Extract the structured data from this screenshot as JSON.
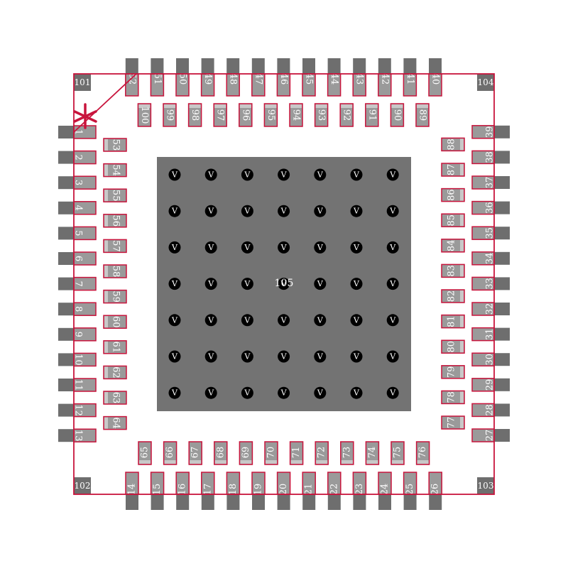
{
  "footprint": {
    "pin1_marker": "asterisk",
    "colors": {
      "pad_outer": "#6e6e6e",
      "pad_inner": "#9a9a9a",
      "outline": "#c8143c",
      "thermal_pad": "#737373",
      "via": "#000000",
      "label": "#ffffff"
    },
    "pads": {
      "left_outer": [
        "1",
        "2",
        "3",
        "4",
        "5",
        "6",
        "7",
        "8",
        "9",
        "10",
        "11",
        "12",
        "13"
      ],
      "bottom_outer": [
        "14",
        "15",
        "16",
        "17",
        "18",
        "19",
        "20",
        "21",
        "22",
        "23",
        "24",
        "25",
        "26"
      ],
      "right_outer": [
        "27",
        "28",
        "29",
        "30",
        "31",
        "32",
        "33",
        "34",
        "35",
        "36",
        "37",
        "38",
        "39"
      ],
      "top_outer": [
        "40",
        "41",
        "42",
        "43",
        "44",
        "45",
        "46",
        "47",
        "48",
        "49",
        "50",
        "51",
        "52"
      ],
      "left_inner": [
        "53",
        "54",
        "55",
        "56",
        "57",
        "58",
        "59",
        "60",
        "61",
        "62",
        "63",
        "64"
      ],
      "bottom_inner": [
        "65",
        "66",
        "67",
        "68",
        "69",
        "70",
        "71",
        "72",
        "73",
        "74",
        "75",
        "76"
      ],
      "right_inner": [
        "77",
        "78",
        "79",
        "80",
        "81",
        "82",
        "83",
        "84",
        "85",
        "86",
        "87",
        "88"
      ],
      "top_inner": [
        "89",
        "90",
        "91",
        "92",
        "93",
        "94",
        "95",
        "96",
        "97",
        "98",
        "99",
        "100"
      ]
    },
    "corners": {
      "top_left": "101",
      "bottom_left": "102",
      "bottom_right": "103",
      "top_right": "104"
    },
    "thermal_pad": {
      "label": "105",
      "via_label": "V",
      "via_rows": 7,
      "via_cols": 7
    }
  }
}
